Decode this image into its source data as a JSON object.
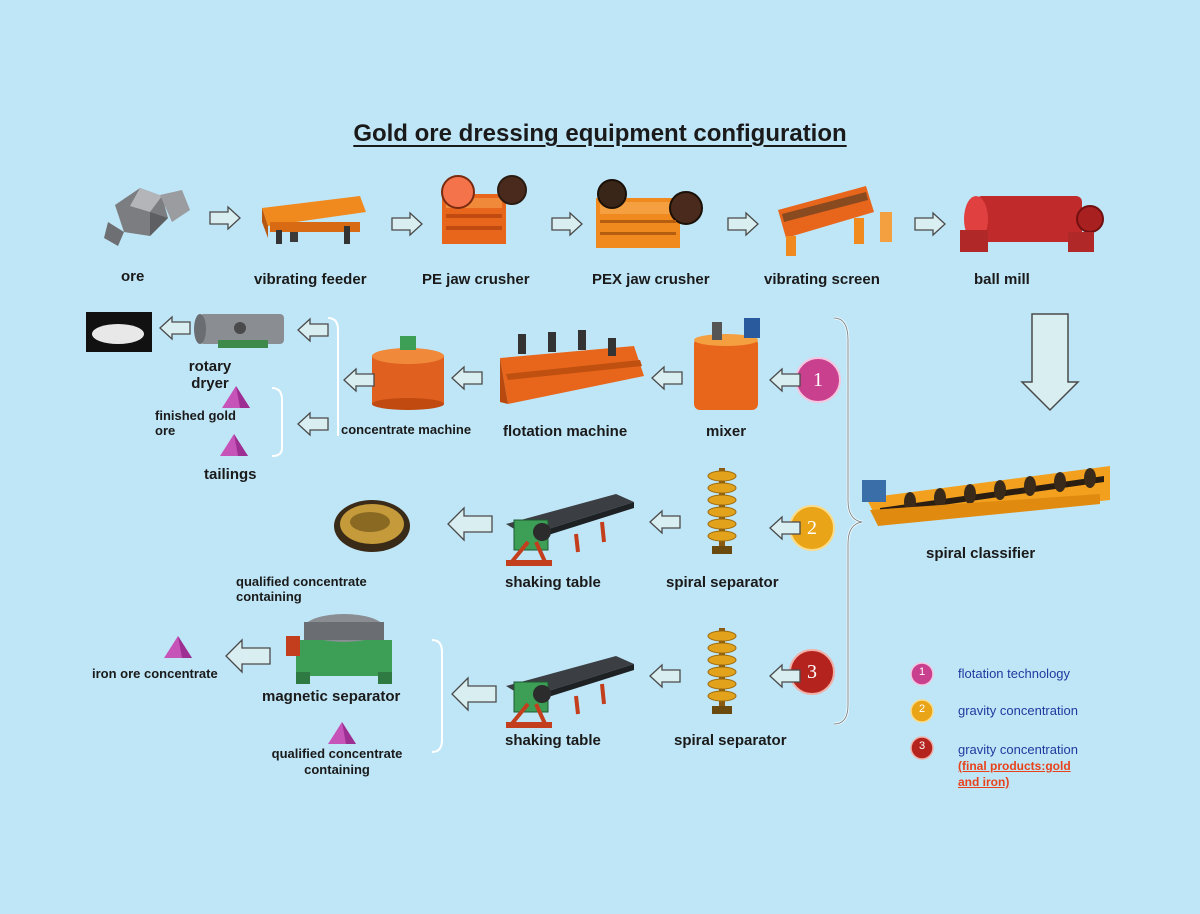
{
  "title": "Gold ore dressing equipment configuration",
  "row1": {
    "ore": "ore",
    "vibrating_feeder": "vibrating feeder",
    "pe_jaw_crusher": "PE jaw crusher",
    "pex_jaw_crusher": "PEX jaw crusher",
    "vibrating_screen": "vibrating screen",
    "ball_mill": "ball mill"
  },
  "spiral_classifier": "spiral classifier",
  "branch1": {
    "number": "1",
    "mixer": "mixer",
    "flotation_machine": "flotation machine",
    "concentrate_machine": "concentrate machine",
    "rotary_dryer": "rotary dryer",
    "finished_gold_ore": "finished gold ore",
    "tailings": "tailings"
  },
  "branch2": {
    "number": "2",
    "spiral_separator": "spiral separator",
    "shaking_table": "shaking table",
    "qualified_concentrate": "qualified concentrate containing"
  },
  "branch3": {
    "number": "3",
    "spiral_separator": "spiral separator",
    "shaking_table": "shaking table",
    "magnetic_separator": "magnetic separator",
    "iron_ore_concentrate": "iron ore concentrate",
    "qualified_concentrate": "qualified concentrate containing"
  },
  "legend": {
    "item1": {
      "number": "1",
      "text": "flotation technology",
      "color": "#c8408e"
    },
    "item2": {
      "number": "2",
      "text": "gravity concentration",
      "color": "#e9a417"
    },
    "item3": {
      "number": "3",
      "text": "gravity concentration",
      "note": "(final products:gold and iron)",
      "color": "#b5231e"
    }
  },
  "colors": {
    "background": "#bfe6f7",
    "machine_orange": "#e8661c",
    "arrow_fill": "#d9eef0",
    "pile_magenta": "#c653b8"
  }
}
